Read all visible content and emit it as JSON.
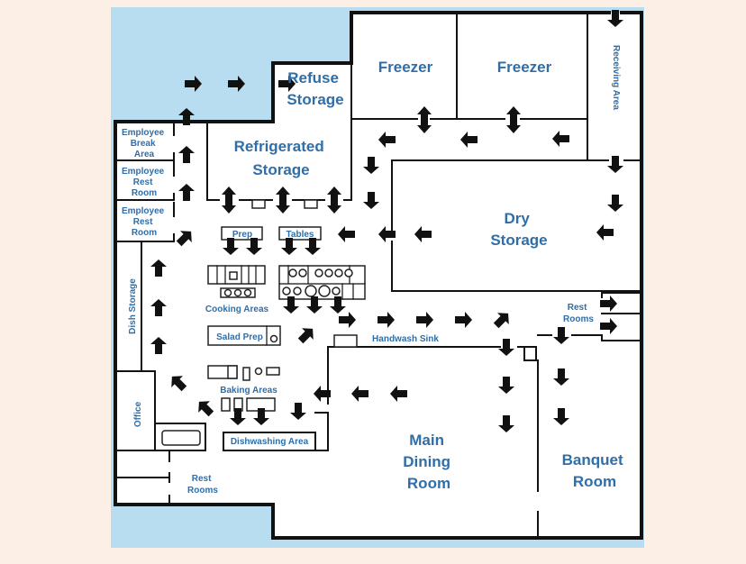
{
  "diagram": {
    "title": "Restaurant floor plan — flow of goods",
    "colors": {
      "page_bg": "#fcefe6",
      "panel_bg": "#b8dcf0",
      "label": "#2f6ea8",
      "wall": "#111111",
      "arrow": "#111111"
    },
    "rooms": {
      "refuse": [
        "Refuse",
        "Storage"
      ],
      "freezer1": [
        "Freezer"
      ],
      "freezer2": [
        "Freezer"
      ],
      "receiving": [
        "Receiving Area"
      ],
      "break": [
        "Employee",
        "Break",
        "Area"
      ],
      "rest1": [
        "Employee",
        "Rest",
        "Room"
      ],
      "rest2": [
        "Employee",
        "Rest",
        "Room"
      ],
      "refrigerated": [
        "Refrigerated",
        "Storage"
      ],
      "dry": [
        "Dry",
        "Storage"
      ],
      "prep": [
        "Prep"
      ],
      "tables": [
        "Tables"
      ],
      "cooking": [
        "Cooking Areas"
      ],
      "salad": [
        "Salad Prep"
      ],
      "baking": [
        "Baking Areas"
      ],
      "dish_storage": [
        "Dish Storage"
      ],
      "office": [
        "Office"
      ],
      "dishwashing": [
        "Dishwashing Area"
      ],
      "handwash": [
        "Handwash Sink"
      ],
      "rest_rooms_right": [
        "Rest",
        "Rooms"
      ],
      "rest_rooms_left": [
        "Rest",
        "Rooms"
      ],
      "main_dining": [
        "Main",
        "Dining",
        "Room"
      ],
      "banquet": [
        "Banquet",
        "Room"
      ]
    },
    "arrows": [
      {
        "id": "refuse-1",
        "dir": "right"
      },
      {
        "id": "refuse-2",
        "dir": "right"
      },
      {
        "id": "refuse-3",
        "dir": "right"
      },
      {
        "id": "receiving-in",
        "dir": "down"
      },
      {
        "id": "freezer1-door",
        "dir": "updown"
      },
      {
        "id": "freezer2-door",
        "dir": "updown"
      },
      {
        "id": "corr-top-1",
        "dir": "left"
      },
      {
        "id": "corr-top-2",
        "dir": "left"
      },
      {
        "id": "corr-top-3",
        "dir": "left"
      },
      {
        "id": "recv-down-1",
        "dir": "down"
      },
      {
        "id": "recv-down-2",
        "dir": "down"
      },
      {
        "id": "dry-in-right",
        "dir": "left"
      },
      {
        "id": "left-corr-down-1",
        "dir": "down"
      },
      {
        "id": "left-corr-down-2",
        "dir": "down"
      },
      {
        "id": "dry-out-1",
        "dir": "left"
      },
      {
        "id": "dry-out-2",
        "dir": "left"
      },
      {
        "id": "dry-out-3",
        "dir": "left"
      },
      {
        "id": "refrig-door-1",
        "dir": "updown"
      },
      {
        "id": "refrig-door-2",
        "dir": "updown"
      },
      {
        "id": "refrig-door-3",
        "dir": "updown"
      },
      {
        "id": "prep-down-1",
        "dir": "down"
      },
      {
        "id": "prep-down-2",
        "dir": "down"
      },
      {
        "id": "tables-down-1",
        "dir": "down"
      },
      {
        "id": "tables-down-2",
        "dir": "down"
      },
      {
        "id": "cook-down-1",
        "dir": "down"
      },
      {
        "id": "cook-down-2",
        "dir": "down"
      },
      {
        "id": "cook-down-3",
        "dir": "down"
      },
      {
        "id": "hall-right-1",
        "dir": "right"
      },
      {
        "id": "hall-right-2",
        "dir": "right"
      },
      {
        "id": "hall-right-3",
        "dir": "right"
      },
      {
        "id": "hall-right-4",
        "dir": "right"
      },
      {
        "id": "hall-upright",
        "dir": "upright"
      },
      {
        "id": "salad-upright",
        "dir": "upright"
      },
      {
        "id": "kitchen-upright",
        "dir": "upright"
      },
      {
        "id": "west-up-1",
        "dir": "up"
      },
      {
        "id": "west-up-2",
        "dir": "up"
      },
      {
        "id": "west-up-3",
        "dir": "up"
      },
      {
        "id": "west-up-4",
        "dir": "up"
      },
      {
        "id": "west-up-5",
        "dir": "up"
      },
      {
        "id": "west-up-6",
        "dir": "up"
      },
      {
        "id": "baking-upleft-1",
        "dir": "upleft"
      },
      {
        "id": "baking-upleft-2",
        "dir": "upleft"
      },
      {
        "id": "bake-down-1",
        "dir": "down"
      },
      {
        "id": "bake-down-2",
        "dir": "down"
      },
      {
        "id": "bake-down-3",
        "dir": "down"
      },
      {
        "id": "dining-return-1",
        "dir": "left"
      },
      {
        "id": "dining-return-2",
        "dir": "left"
      },
      {
        "id": "dining-return-3",
        "dir": "left"
      },
      {
        "id": "dining-down-1",
        "dir": "down"
      },
      {
        "id": "dining-down-2",
        "dir": "down"
      },
      {
        "id": "dining-down-3",
        "dir": "down"
      },
      {
        "id": "banquet-down-1",
        "dir": "down"
      },
      {
        "id": "banquet-down-2",
        "dir": "down"
      },
      {
        "id": "banquet-down-3",
        "dir": "down"
      },
      {
        "id": "restroom-right-1",
        "dir": "right"
      },
      {
        "id": "restroom-right-2",
        "dir": "right"
      }
    ]
  }
}
